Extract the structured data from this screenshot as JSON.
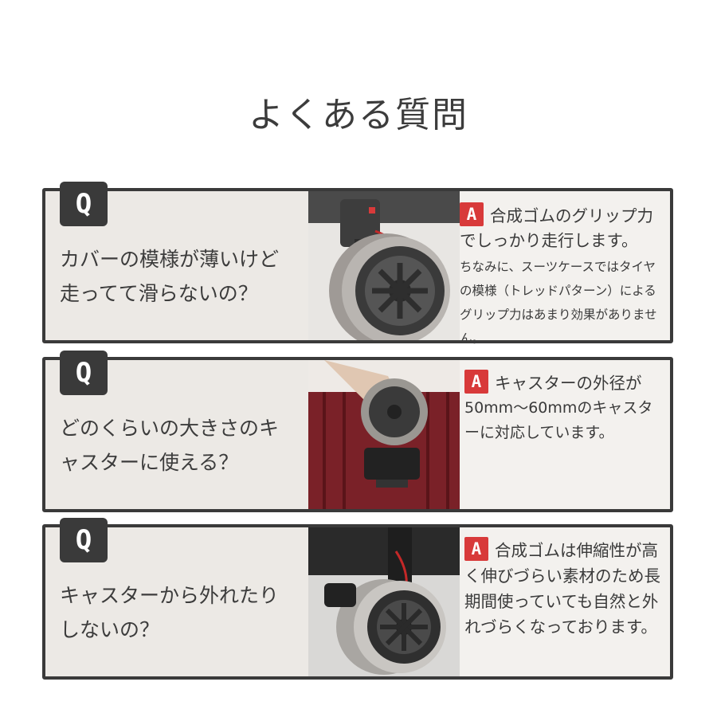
{
  "page": {
    "title": "よくある質問"
  },
  "faq": [
    {
      "q_label": "Q",
      "question_line1": "カバーの模様が薄いけど",
      "question_line2": "走ってて滑らないの？",
      "a_label": "A",
      "answer_main": "合成ゴムのグリップ力でしっかり走行します。",
      "answer_sub": "ちなみに、スーツケースではタイヤの模様（トレッドパターン）によるグリップ力はあまり効果がありません。"
    },
    {
      "q_label": "Q",
      "question_line1": "どのくらいの大きさのキ",
      "question_line2": "ャスターに使える？",
      "a_label": "A",
      "answer_main": "キャスターの外径が",
      "answer_main2": "50mm〜60mmのキャスターに対応しています。"
    },
    {
      "q_label": "Q",
      "question_line1": "キャスターから外れたり",
      "question_line2": "しないの？",
      "a_label": "A",
      "answer_main": "合成ゴムは伸縮性が高く伸びづらい素材のため長期間使っていても自然と外れづらくなっております。"
    }
  ],
  "colors": {
    "dark": "#3a3a3a",
    "accent_red": "#d83a3a",
    "card_bg": "#ece9e5"
  }
}
